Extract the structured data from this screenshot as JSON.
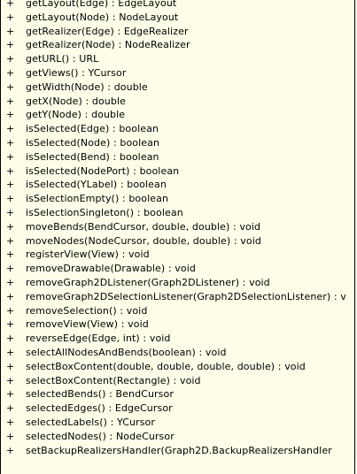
{
  "class_box": {
    "visibility_symbol": "+",
    "methods": [
      "getLayout(Edge) : EdgeLayout",
      "getLayout(Node) : NodeLayout",
      "getRealizer(Edge) : EdgeRealizer",
      "getRealizer(Node) : NodeRealizer",
      "getURL() : URL",
      "getViews() : YCursor",
      "getWidth(Node) : double",
      "getX(Node) : double",
      "getY(Node) : double",
      "isSelected(Edge) : boolean",
      "isSelected(Node) : boolean",
      "isSelected(Bend) : boolean",
      "isSelected(NodePort) : boolean",
      "isSelected(YLabel) : boolean",
      "isSelectionEmpty() : boolean",
      "isSelectionSingleton() : boolean",
      "moveBends(BendCursor, double, double) : void",
      "moveNodes(NodeCursor, double, double) : void",
      "registerView(View) : void",
      "removeDrawable(Drawable) : void",
      "removeGraph2DListener(Graph2DListener) : void",
      "removeGraph2DSelectionListener(Graph2DSelectionListener) : v",
      "removeSelection() : void",
      "removeView(View) : void",
      "reverseEdge(Edge, int) : void",
      "selectAllNodesAndBends(boolean) : void",
      "selectBoxContent(double, double, double, double) : void",
      "selectBoxContent(Rectangle) : void",
      "selectedBends() : BendCursor",
      "selectedEdges() : EdgeCursor",
      "selectedLabels() : YCursor",
      "selectedNodes() : NodeCursor",
      "setBackupRealizersHandler(Graph2D.BackupRealizersHandler"
    ],
    "colors": {
      "box_fill": "#fdfde8",
      "border": "#000000",
      "text": "#000000"
    }
  }
}
